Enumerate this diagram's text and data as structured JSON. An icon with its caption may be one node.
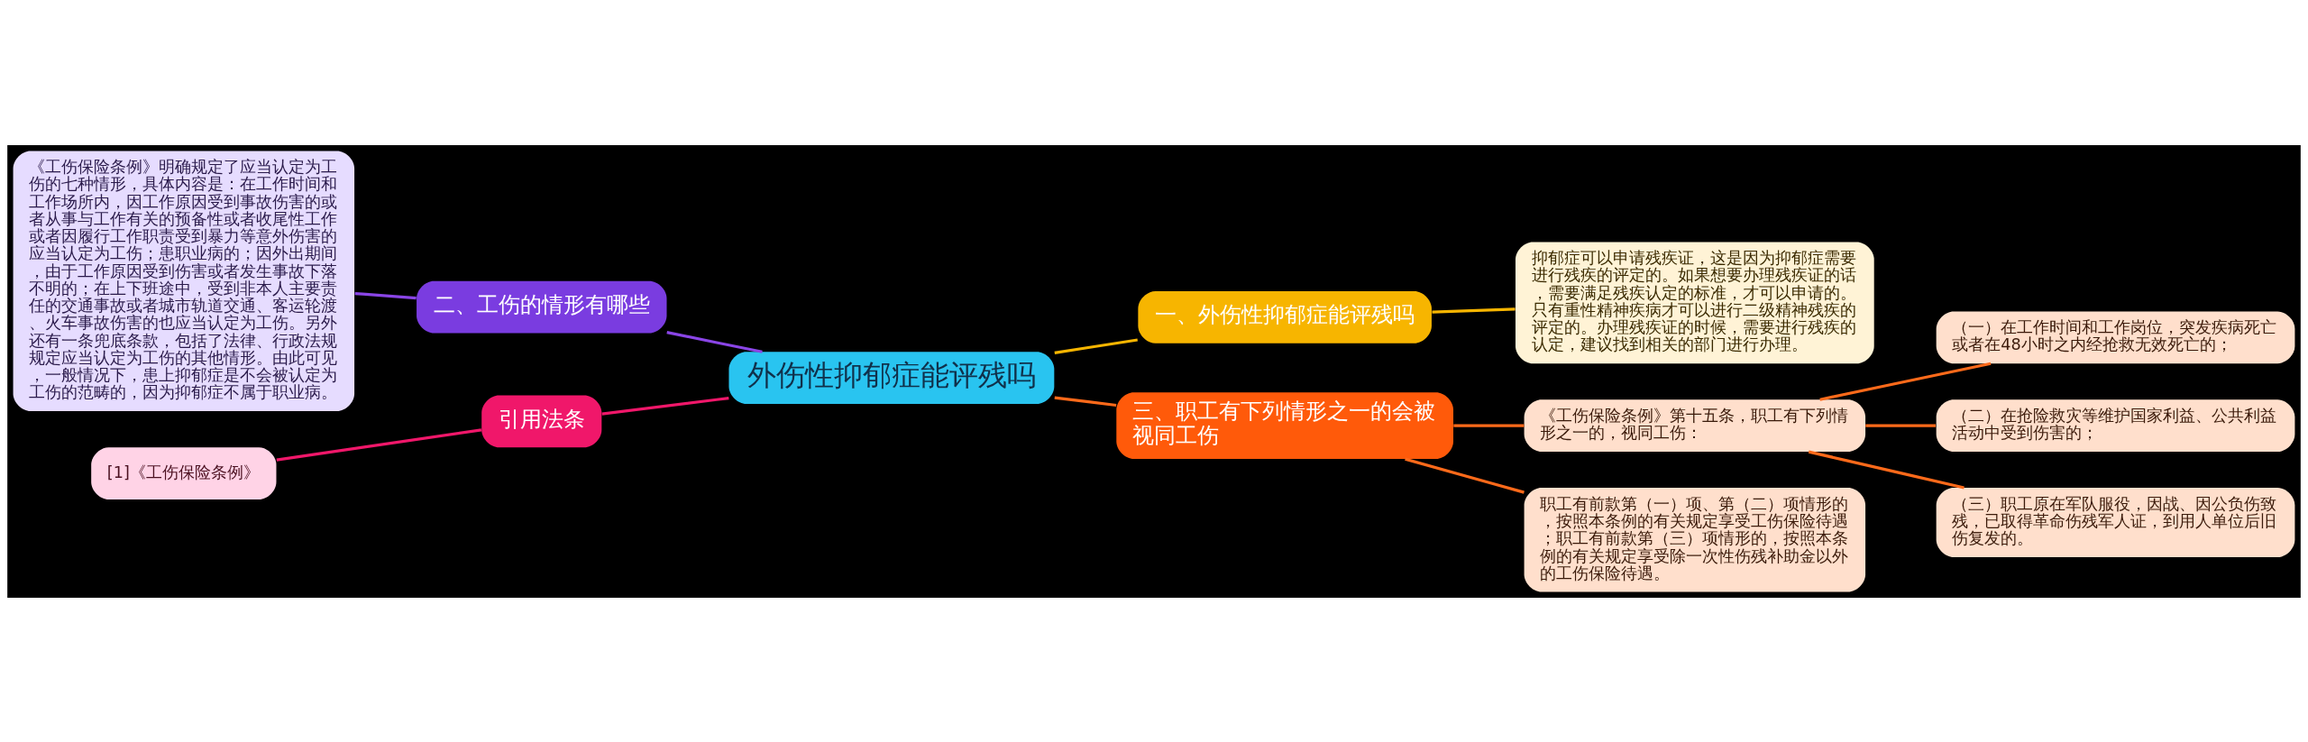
{
  "diagram": {
    "nodes": [
      {
        "text": [
          "外伤性抑郁症能评残吗"
        ]
      },
      {
        "text": [
          "一、外伤性抑郁症能评残吗"
        ]
      },
      {
        "text": [
          "抑郁症可以申请残疾证，这是因为抑郁症需要进行残疾的评定的。如果想要办理残疾证的话，需要满足残疾认定的标准，才可以申请的。只有重性精神疾病才可以进行二级精神残疾的评定的。办理残疾证的时候，需要进行残疾的认定，建议找到相关的部门进行办理。"
        ]
      },
      {
        "text": [
          "二、工伤的情形有哪些"
        ]
      },
      {
        "text": [
          "《工伤保险条例》明确规定了应当认定为工伤的七种情形，具体内容是：在工作时间和工作场所内，因工作原因受到事故伤害的或者从事与工作有关的预备性或者收尾性工作或者因履行工作职责受到暴力等意外伤害的应当认定为工伤；患职业病的；因外出期间，由于工作原因受到伤害或者发生事故下落不明的；在上下班途中，受到非本人主要责任的交通事故或者城市轨道交通、客运轮渡、火车事故伤害的也应当认定为工伤。另外还有一条兜底条款，包括了法律、行政法规规定应当认定为工伤的其他情形。由此可见，一般情况下，患上抑郁症是不会被认定为工伤的范畴的，因为抑郁症不属于职业病。"
        ]
      },
      {
        "text": [
          "引用法条"
        ]
      },
      {
        "text": [
          "[1]《工伤保险条例》"
        ]
      },
      {
        "text": [
          "三、职工有下列情形之一的会被视同工伤"
        ]
      },
      {
        "text": [
          "《工伤保险条例》第十五条，职工有下列情形之一的，视同工伤："
        ]
      },
      {
        "text": [
          "（一）在工作时间和工作岗位，突发疾病死亡或者在48小时之内经抢救无效死亡的；"
        ]
      },
      {
        "text": [
          "（二）在抢险救灾等维护国家利益、公共利益活动中受到伤害的；"
        ]
      },
      {
        "text": [
          "（三）职工原在军队服役，因战、因公负伤致残，已取得革命伤残军人证，到用人单位后旧伤复发的。"
        ]
      },
      {
        "text": [
          "职工有前款第（一）项、第（二）项情形的，按照本条例的有关规定享受工伤保险待遇；职工有前款第（三）项情形的，按照本条例的有关规定享受除一次性伤残补助金以外的工伤保险待遇。"
        ]
      }
    ],
    "edges": [
      {
        "from": 0,
        "to": 1,
        "arrow": "none",
        "color": "#f7b500"
      },
      {
        "from": 1,
        "to": 2,
        "arrow": "none",
        "color": "#f7b500"
      },
      {
        "from": 0,
        "to": 3,
        "arrow": "none",
        "color": "#8a45e6"
      },
      {
        "from": 3,
        "to": 4,
        "arrow": "none",
        "color": "#8a45e6"
      },
      {
        "from": 0,
        "to": 5,
        "arrow": "none",
        "color": "#f0176a"
      },
      {
        "from": 5,
        "to": 6,
        "arrow": "none",
        "color": "#f0176a"
      },
      {
        "from": 0,
        "to": 7,
        "arrow": "none"
      },
      {
        "from": 7,
        "to": 8,
        "arrow": "none"
      },
      {
        "from": 8,
        "to": 9,
        "arrow": "none"
      },
      {
        "from": 8,
        "to": 10,
        "arrow": "none"
      },
      {
        "from": 8,
        "to": 11,
        "arrow": "none"
      },
      {
        "from": 7,
        "to": 12,
        "arrow": "none"
      }
    ]
  }
}
